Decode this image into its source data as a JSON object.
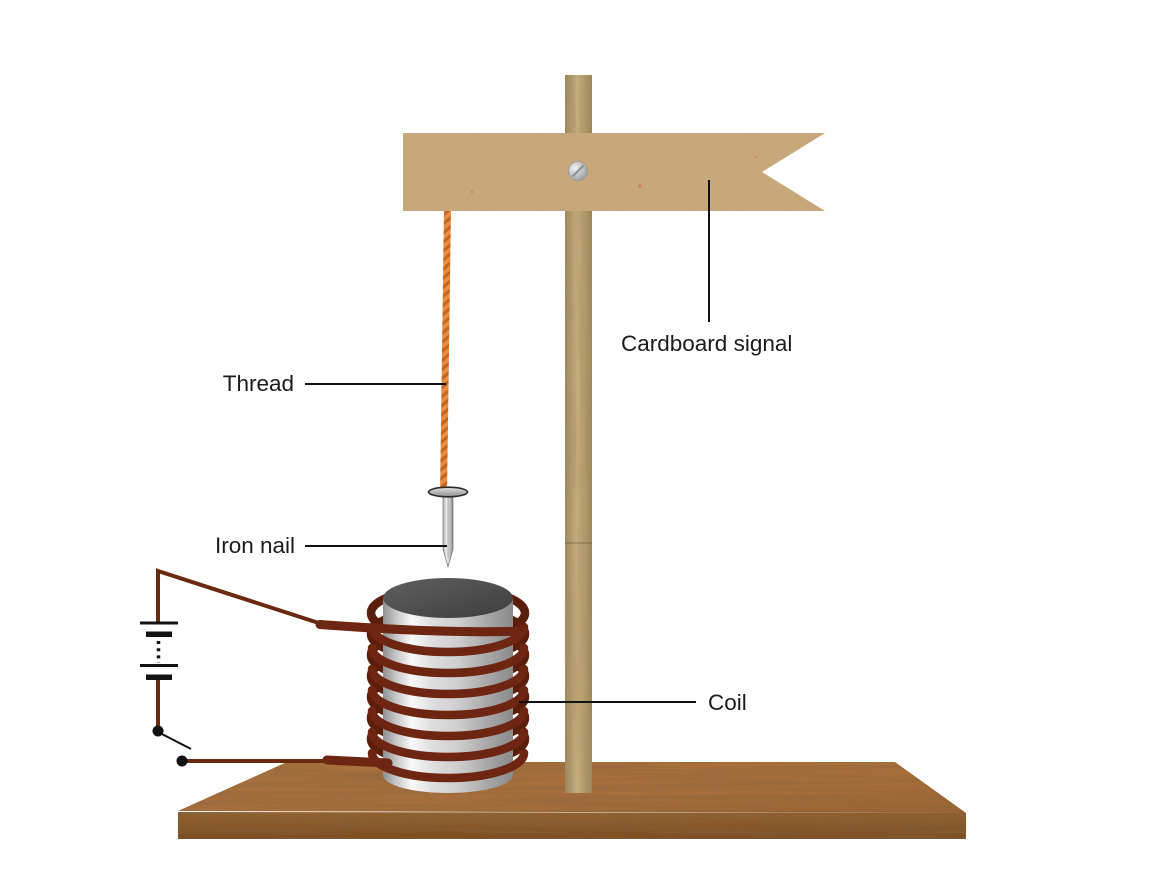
{
  "labels": {
    "thread": "Thread",
    "iron_nail": "Iron nail",
    "cardboard_signal": "Cardboard signal",
    "coil": "Coil"
  },
  "colors": {
    "coil_wire": "#6e2511",
    "coil_wire_back": "#5a1e0b",
    "circuit_wire": "#6b2a10",
    "thread_orange": "#ea8c3e",
    "thread_stripe": "#c06522",
    "cardboard": "#cbaa7c",
    "pole_wood": "#b49a6e",
    "base_wood_top": "#a9733f",
    "base_wood_front": "#8a5729",
    "cylinder_top": "#4a4a4a",
    "label_text": "#1b1b1b",
    "leader_line": "#111111"
  }
}
